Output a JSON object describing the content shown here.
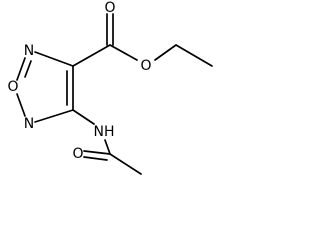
{
  "molecule": {
    "atoms": {
      "n2": "N",
      "o1": "O",
      "n5": "N",
      "o_ester_double": "O",
      "o_ester_single": "O",
      "n_amide": "NH",
      "o_amide": "O"
    }
  }
}
